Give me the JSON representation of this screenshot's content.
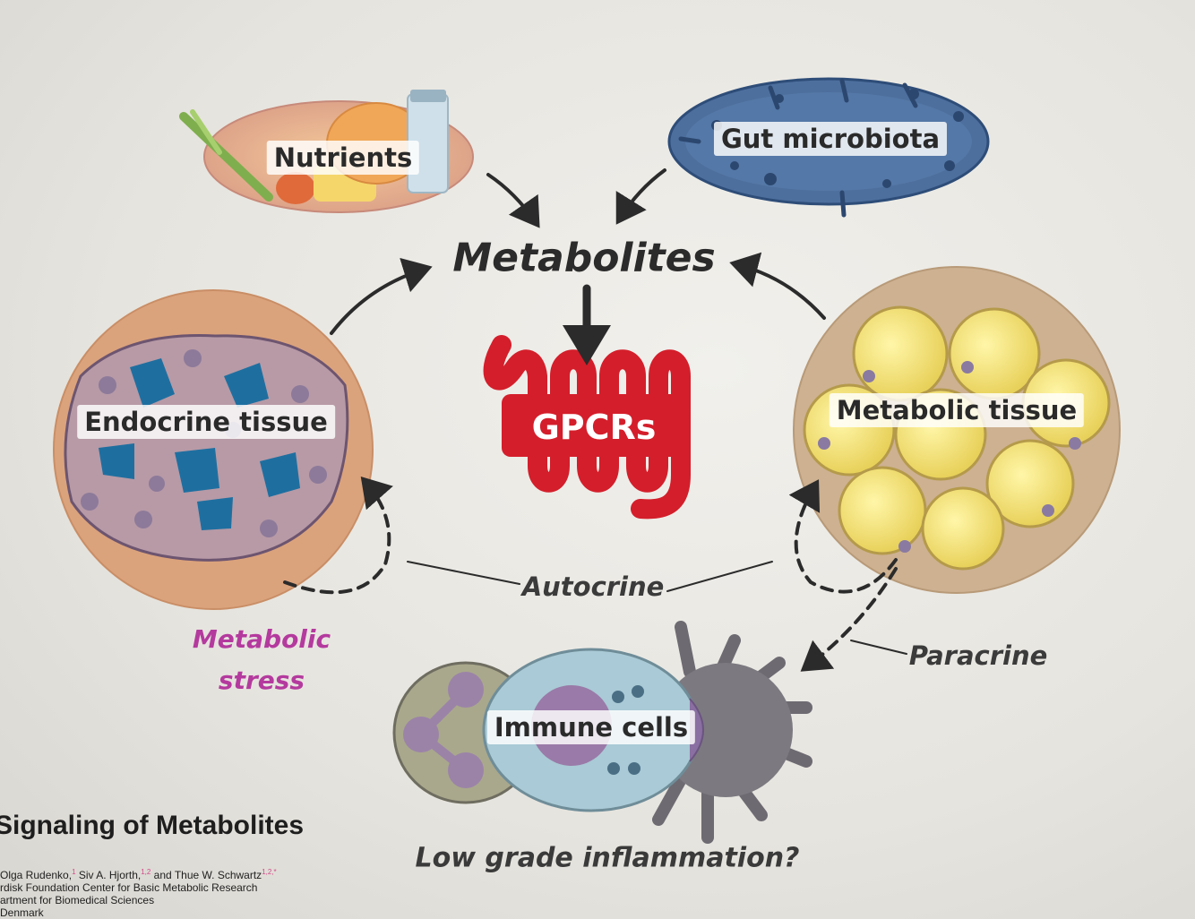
{
  "labels": {
    "nutrients": "Nutrients",
    "gut_microbiota": "Gut microbiota",
    "metabolites": "Metabolites",
    "gpcrs": "GPCRs",
    "endocrine_tissue": "Endocrine tissue",
    "metabolic_tissue": "Metabolic tissue",
    "autocrine": "Autocrine",
    "paracrine": "Paracrine",
    "metabolic_stress_line1": "Metabolic",
    "metabolic_stress_line2": "stress",
    "immune_cells": "Immune cells",
    "low_grade_inflammation": "Low grade inflammation?"
  },
  "article": {
    "title": "Signaling of Metabolites",
    "authors": "Olga Rudenko,",
    "author_2": " Siv A. Hjorth,",
    "author_3": " and Thue W. Schwartz",
    "sup_1": "1",
    "sup_2": "1,2",
    "sup_3": "1,2,*",
    "affiliation_1": "rdisk Foundation Center for Basic Metabolic Research",
    "affiliation_2": "artment for Biomedical Sciences",
    "affiliation_3": "Denmark"
  },
  "colors": {
    "gpcr_red": "#d41e2b",
    "stress_magenta": "#b43a9e",
    "arrow": "#2b2b2b",
    "endocrine_bg": "#d9a27a",
    "metabolic_bg": "#cdb191",
    "microbiota_blue": "#3e5f8e",
    "adipocyte_yellow": "#f2e27a"
  }
}
